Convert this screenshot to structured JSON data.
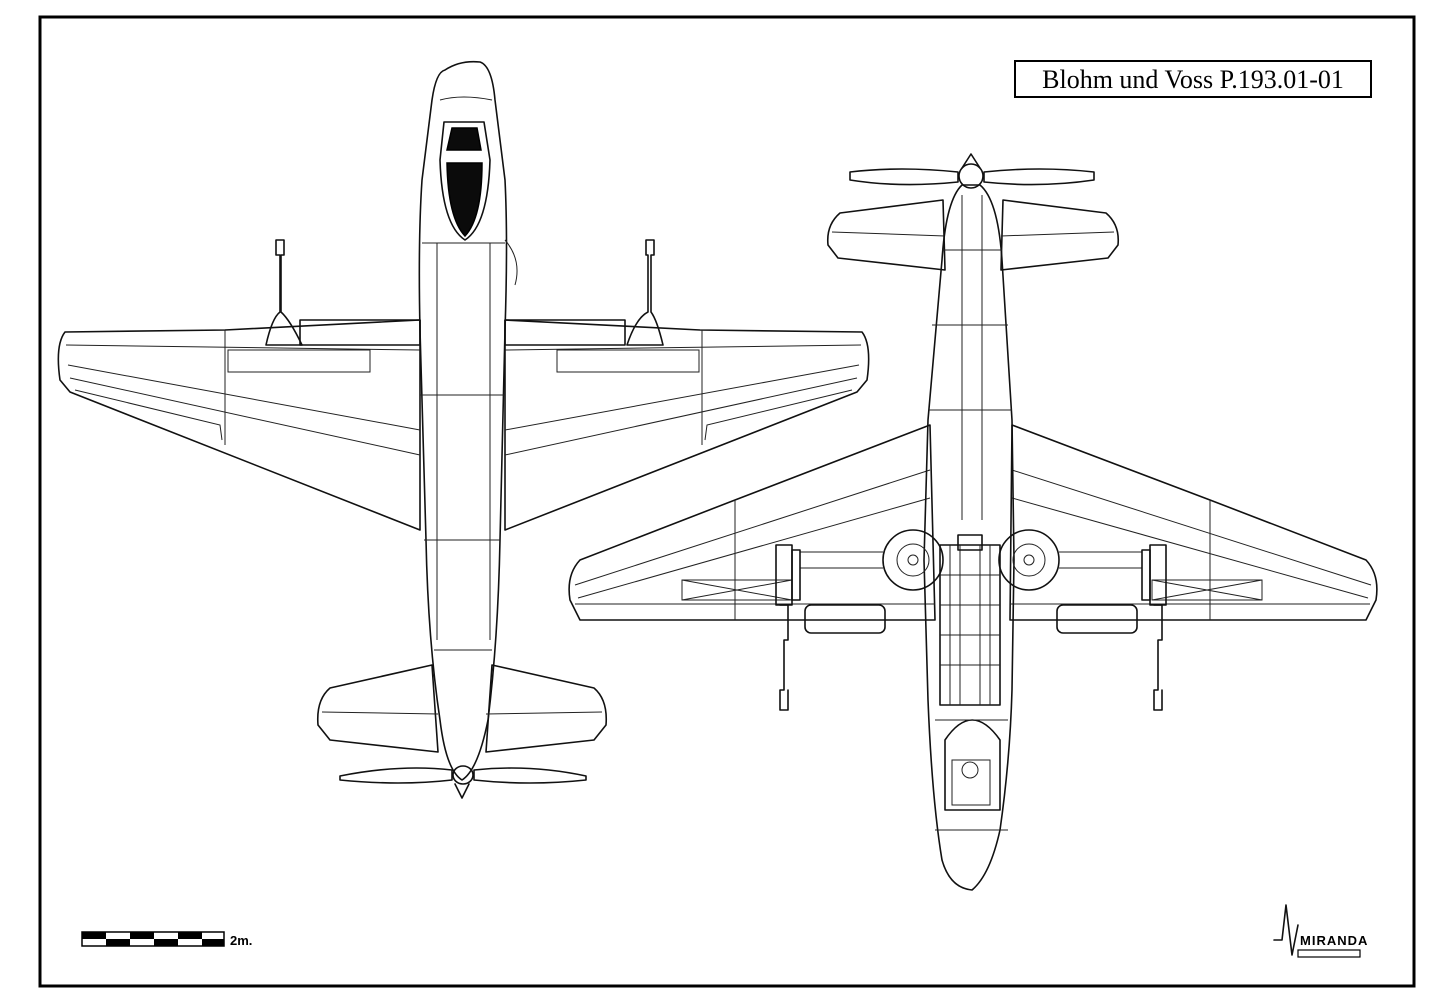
{
  "title": "Blohm und Voss P.193.01-01",
  "scale_bar": {
    "label": "2m."
  },
  "signature": {
    "text": "MIRANDA"
  }
}
